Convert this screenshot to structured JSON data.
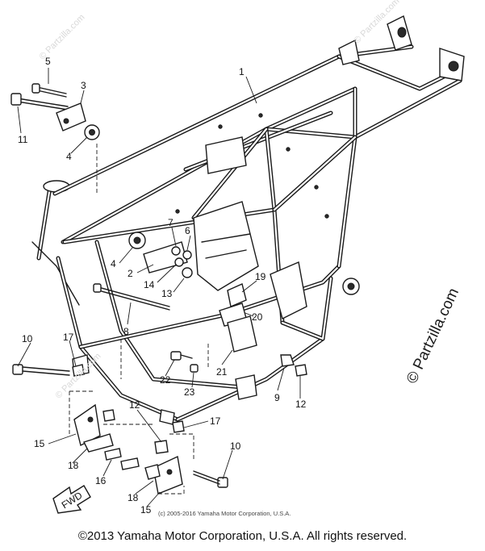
{
  "diagram": {
    "callouts": [
      {
        "id": "c1",
        "text": "1"
      },
      {
        "id": "c2",
        "text": "2"
      },
      {
        "id": "c3",
        "text": "3"
      },
      {
        "id": "c4a",
        "text": "4"
      },
      {
        "id": "c4b",
        "text": "4"
      },
      {
        "id": "c5",
        "text": "5"
      },
      {
        "id": "c6",
        "text": "6"
      },
      {
        "id": "c7",
        "text": "7"
      },
      {
        "id": "c8",
        "text": "8"
      },
      {
        "id": "c9",
        "text": "9"
      },
      {
        "id": "c10a",
        "text": "10"
      },
      {
        "id": "c10b",
        "text": "10"
      },
      {
        "id": "c11",
        "text": "11"
      },
      {
        "id": "c12a",
        "text": "12"
      },
      {
        "id": "c12b",
        "text": "12"
      },
      {
        "id": "c13",
        "text": "13"
      },
      {
        "id": "c14",
        "text": "14"
      },
      {
        "id": "c15a",
        "text": "15"
      },
      {
        "id": "c15b",
        "text": "15"
      },
      {
        "id": "c16",
        "text": "16"
      },
      {
        "id": "c17a",
        "text": "17"
      },
      {
        "id": "c17b",
        "text": "17"
      },
      {
        "id": "c18a",
        "text": "18"
      },
      {
        "id": "c18b",
        "text": "18"
      },
      {
        "id": "c19",
        "text": "19"
      },
      {
        "id": "c20",
        "text": "20"
      },
      {
        "id": "c21",
        "text": "21"
      },
      {
        "id": "c22",
        "text": "22"
      },
      {
        "id": "c23",
        "text": "23"
      }
    ],
    "arrow_label": "FWD",
    "side_watermark": "© Partzilla.com",
    "small_copyright": "(c) 2005-2016 Yamaha Motor Corporation, U.S.A.",
    "faint_watermark": "© Partzilla.com"
  },
  "footer": {
    "copyright": "©2013 Yamaha Motor Corporation, U.S.A. All rights reserved."
  }
}
